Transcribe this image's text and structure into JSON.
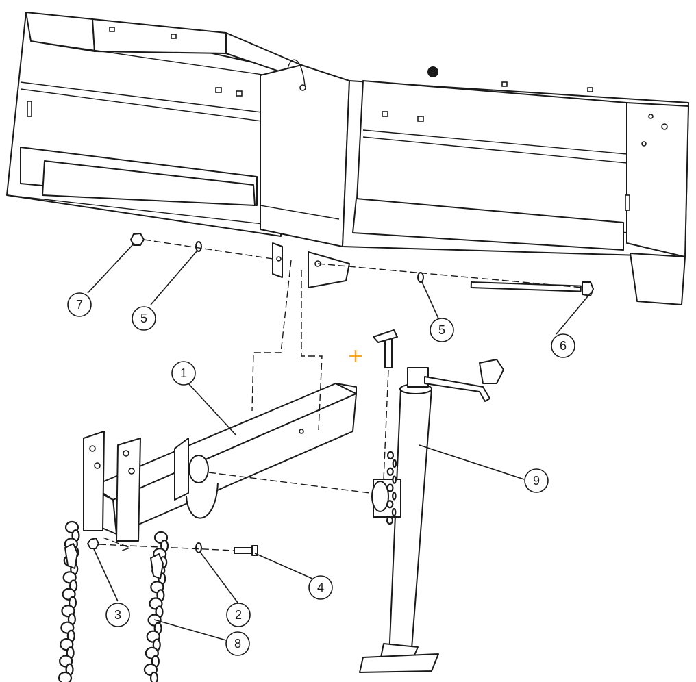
{
  "callouts": [
    {
      "label": "1"
    },
    {
      "label": "2"
    },
    {
      "label": "3"
    },
    {
      "label": "4"
    },
    {
      "label": "5"
    },
    {
      "label": "5"
    },
    {
      "label": "6"
    },
    {
      "label": "7"
    },
    {
      "label": "8"
    },
    {
      "label": "9"
    }
  ],
  "accent_color": "#f5a623",
  "icons": [
    "crosshair-marker-icon"
  ]
}
